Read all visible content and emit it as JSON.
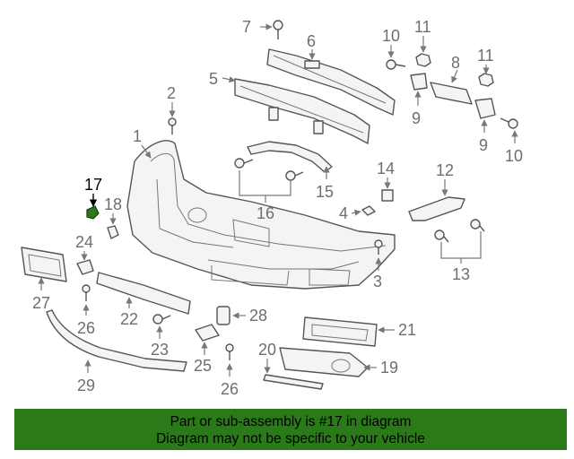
{
  "callouts": {
    "n1": "1",
    "n2": "2",
    "n3": "3",
    "n4": "4",
    "n5": "5",
    "n6": "6",
    "n7": "7",
    "n8": "8",
    "n9a": "9",
    "n9b": "9",
    "n10a": "10",
    "n10b": "10",
    "n11a": "11",
    "n11b": "11",
    "n12": "12",
    "n13": "13",
    "n14": "14",
    "n15": "15",
    "n16": "16",
    "n17": "17",
    "n18": "18",
    "n19": "19",
    "n20": "20",
    "n21": "21",
    "n22": "22",
    "n23": "23",
    "n24": "24",
    "n25": "25",
    "n26a": "26",
    "n26b": "26",
    "n27": "27",
    "n28": "28",
    "n29": "29"
  },
  "highlight_color": "#2b7a1a",
  "banner": {
    "line1": "Part or sub-assembly is #17 in diagram",
    "line2": "Diagram may not be specific to your vehicle"
  }
}
